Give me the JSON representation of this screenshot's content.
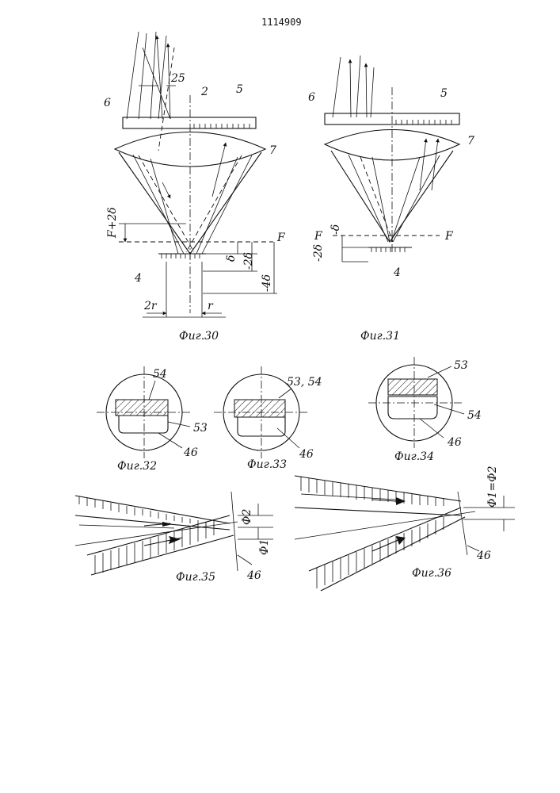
{
  "header": {
    "patent_number": "1114909"
  },
  "fig30": {
    "caption": "Фиг.30",
    "labels": {
      "l25": "25",
      "l6": "6",
      "l2": "2",
      "l5": "5",
      "l7": "7",
      "l4": "4",
      "lF": "F",
      "lF2d": "F+2δ",
      "ld": "δ",
      "lm2d": "-2δ",
      "lm4d": "-4δ",
      "l2r": "2r",
      "lr": "r"
    }
  },
  "fig31": {
    "caption": "Фиг.31",
    "labels": {
      "l6": "6",
      "l5": "5",
      "l7": "7",
      "lF_left": "F",
      "lF_right": "F",
      "lmd": "-δ",
      "lm2d": "-2δ",
      "l4": "4"
    }
  },
  "fig32": {
    "caption": "Фиг.32",
    "labels": {
      "l54": "54",
      "l53": "53",
      "l46": "46"
    }
  },
  "fig33": {
    "caption": "Фиг.33",
    "labels": {
      "l5354": "53, 54",
      "l46": "46"
    }
  },
  "fig34": {
    "caption": "Фиг.34",
    "labels": {
      "l53": "53",
      "l54": "54",
      "l46": "46"
    }
  },
  "fig35": {
    "caption": "Фиг.35",
    "labels": {
      "lphi2": "Φ2",
      "lphi1": "Φ1",
      "l46": "46"
    }
  },
  "fig36": {
    "caption": "Фиг.36",
    "labels": {
      "lphi12": "Φ1=Φ2",
      "l46": "46"
    }
  }
}
